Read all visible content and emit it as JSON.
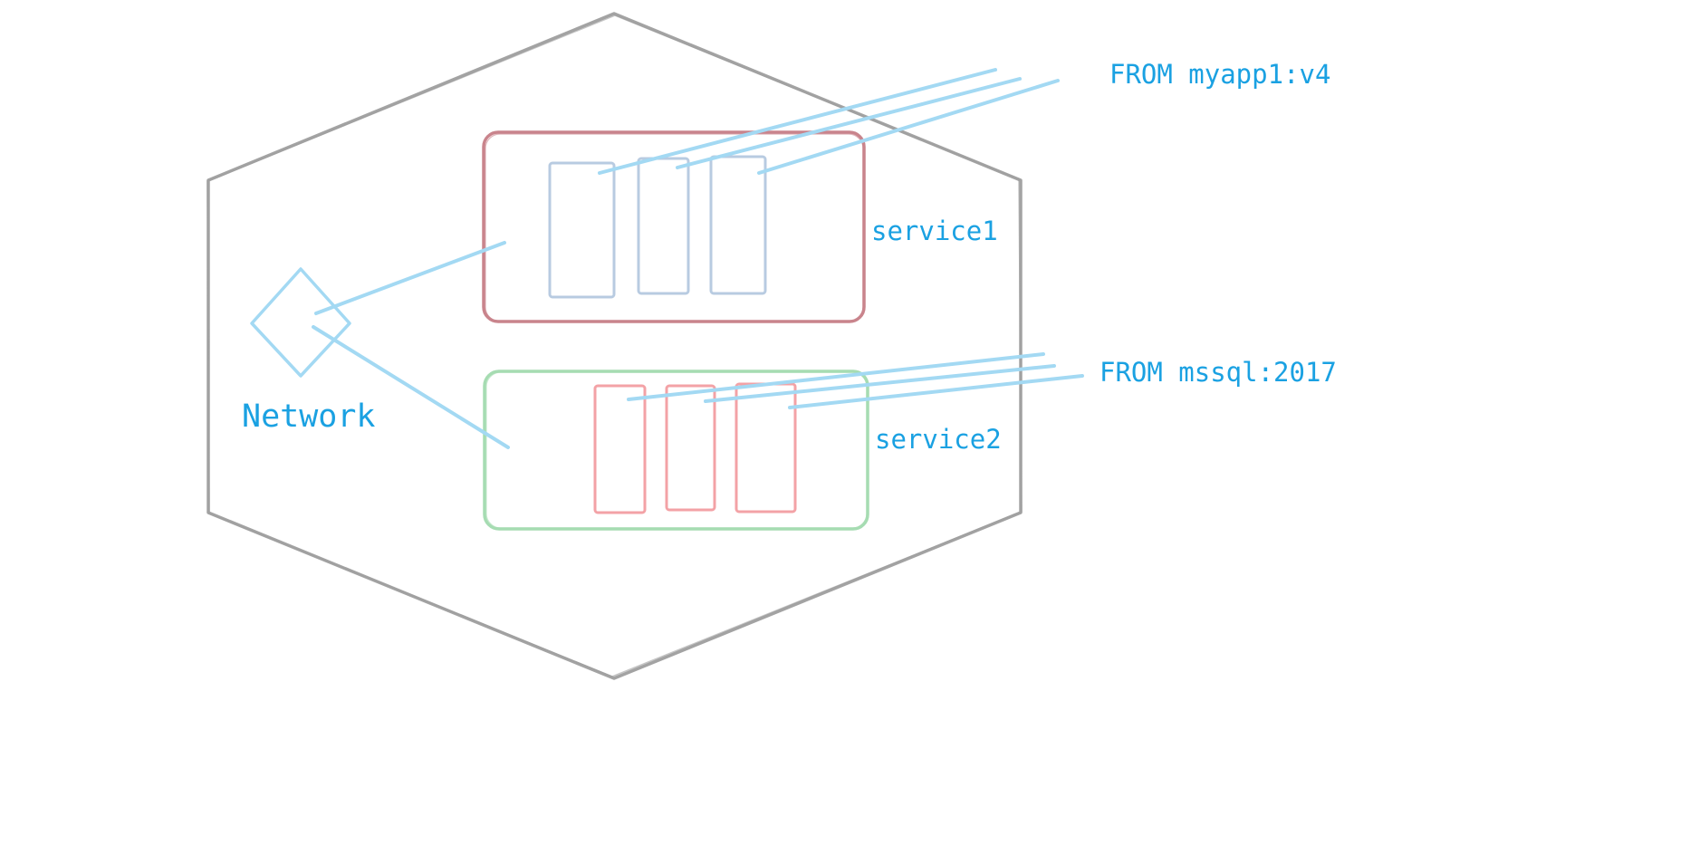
{
  "labels": {
    "from_myapp": "FROM myapp1:v4",
    "from_mssql": "FROM mssql:2017",
    "service1": "service1",
    "service2": "service2",
    "network": "Network"
  },
  "colors": {
    "hexagon": "#9e9e9e",
    "service1_border": "#c9848c",
    "service2_border": "#a6dcb2",
    "service1_container": "#b8cbe1",
    "service2_container": "#f3a2a6",
    "connector": "#a3d9f3",
    "text": "#1aa1e2"
  }
}
